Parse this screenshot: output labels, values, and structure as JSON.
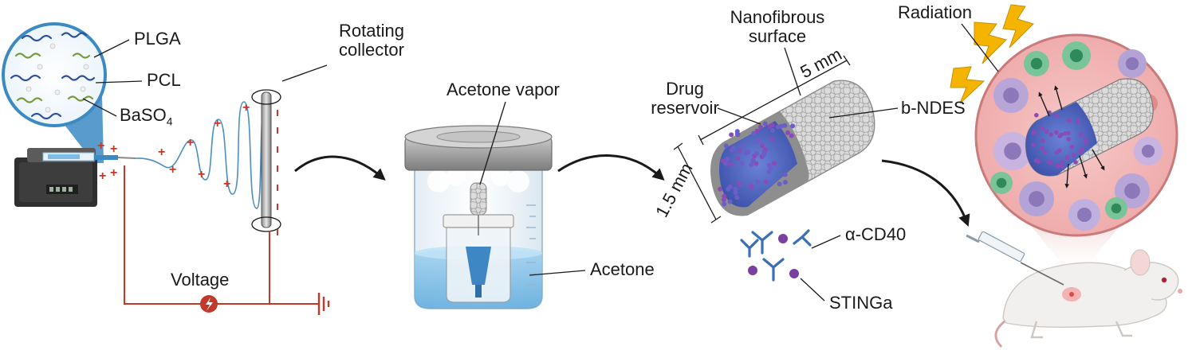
{
  "labels": {
    "plga": "PLGA",
    "pcl": "PCL",
    "baso4_main": "BaSO",
    "baso4_sub": "4",
    "rotating_collector": "Rotating collector",
    "voltage": "Voltage",
    "acetone_vapor": "Acetone vapor",
    "acetone": "Acetone",
    "nanofibrous_surface": "Nanofibrous surface",
    "drug_reservoir": "Drug reservoir",
    "length_dim": "5 mm",
    "diameter_dim": "1.5 mm",
    "b_ndes": "b-NDES",
    "radiation": "Radiation",
    "acd40": "α-CD40",
    "stinga": "STINGa"
  },
  "colors": {
    "wire": "#c0392b",
    "fiber": "#4a8fc0",
    "plga_fiber": "#2d4f9e",
    "pcl_fiber": "#7a9a3a",
    "antibody": "#3b6fb6",
    "sting": "#7a3fa0",
    "tissue": "#f2b8b8",
    "bolt": "#f4b400"
  },
  "icons": [
    "syringe-pump-icon",
    "ground-icon",
    "voltage-source-icon",
    "lightning-icon",
    "antibody-icon",
    "mouse-icon",
    "curved-arrow-icon"
  ]
}
